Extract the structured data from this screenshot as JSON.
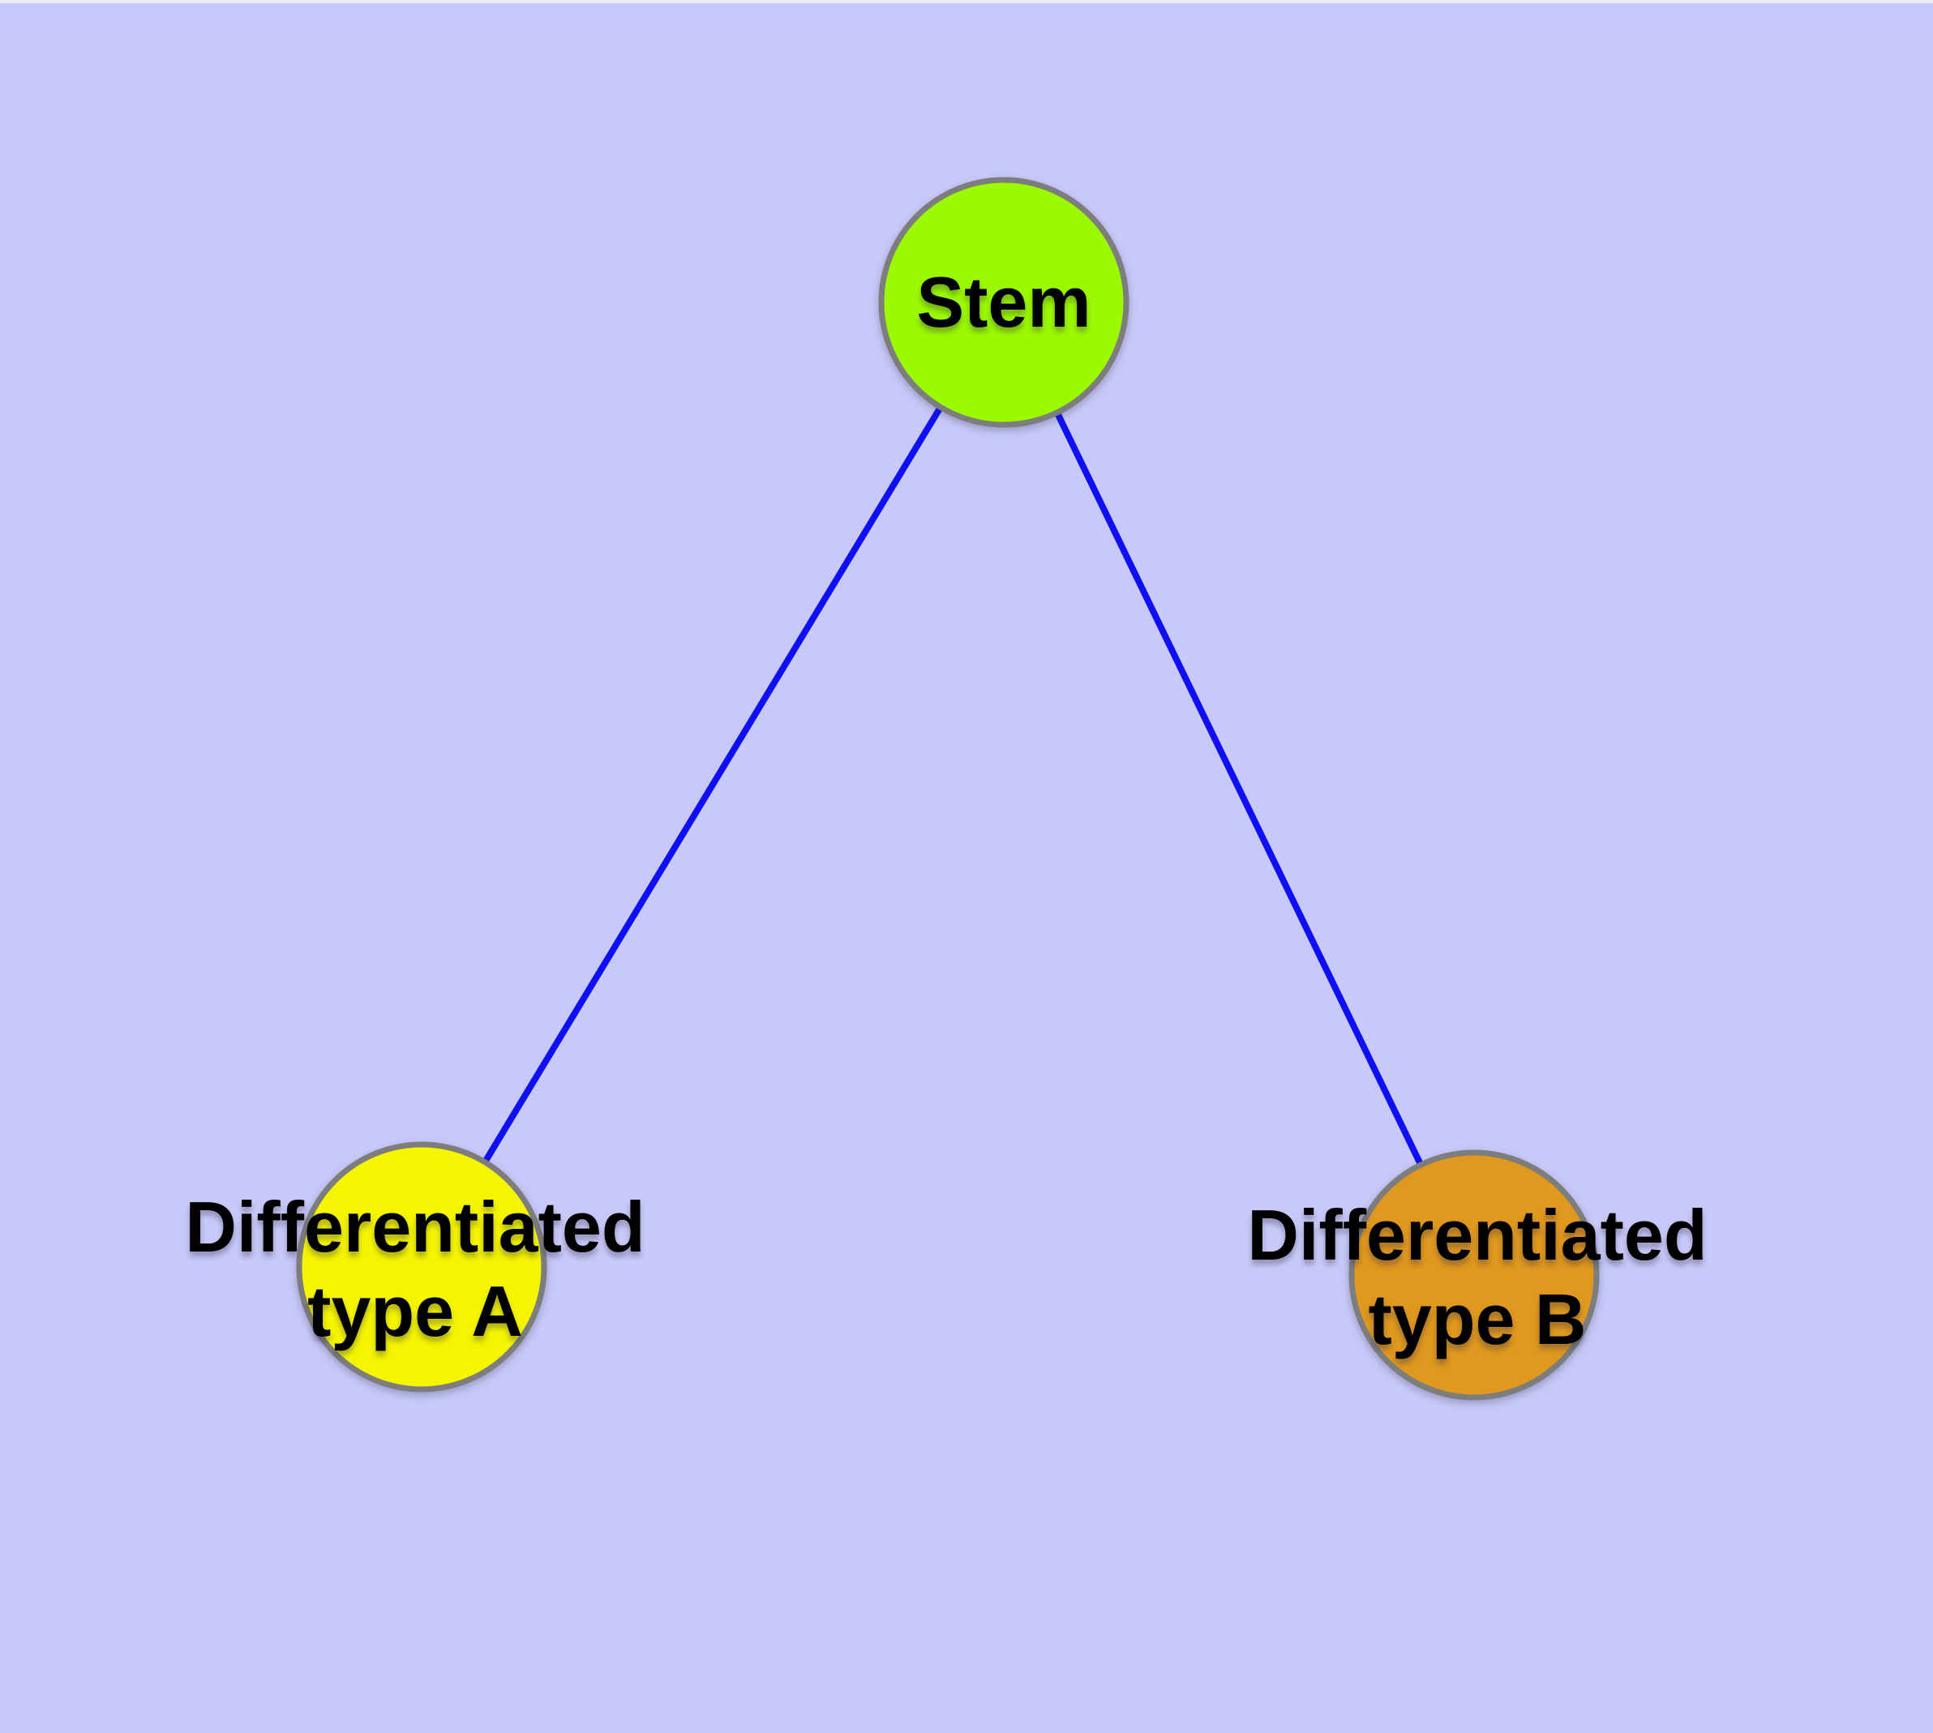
{
  "graph": {
    "title": "",
    "background_color": "#C9C9F9",
    "edge_color": "#0F0FF5",
    "node_border_color": "#7D7D7D",
    "label_color": "#000000",
    "nodes": [
      {
        "id": "stem",
        "label": "Stem",
        "label_lines": [
          "Stem"
        ],
        "fill_color": "#9BFA00"
      },
      {
        "id": "differentiated-type-a",
        "label": "Differentiated type A",
        "label_lines": [
          "Differentiated",
          "type A"
        ],
        "fill_color": "#F5F500"
      },
      {
        "id": "differentiated-type-b",
        "label": "Differentiated type B",
        "label_lines": [
          "Differentiated",
          "type B"
        ],
        "fill_color": "#E0981E"
      }
    ],
    "edges": [
      {
        "from": "Stem",
        "to": "Differentiated type A"
      },
      {
        "from": "Stem",
        "to": "Differentiated type B"
      }
    ]
  }
}
